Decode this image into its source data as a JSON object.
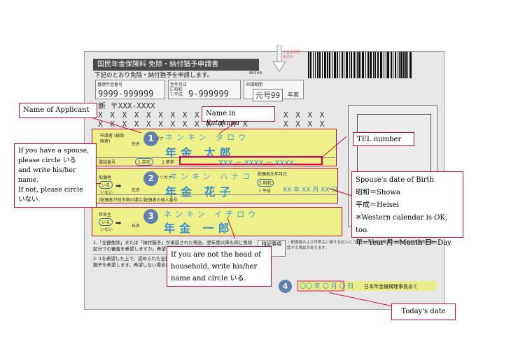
{
  "form": {
    "title": "国民年金保険料 免除・納付猶予申請書",
    "subtitle": "下記のとおり免除・納付猶予を申請します。",
    "code": "46359",
    "field_pension_number_label": "基礎年金番号",
    "field_birth_label": "生年月日",
    "field_period_label": "申請期間",
    "pension_number": "9999-999999",
    "era_options": "5.昭和 7.平成",
    "birth_value": "9-999999",
    "period_value": "元号99",
    "period_unit": "年度",
    "address_prefix": "新",
    "address_value": "〒XXX-XXXX",
    "x_row": "X X X X X X X X X X X X X",
    "x_row_right": "X X X X",
    "stamp_line1": "年金事務所",
    "stamp_line2": "受付印",
    "tel_label": "電話番号",
    "tel_option_home": "1.自宅",
    "tel_option_mobile": "2.携帯",
    "tel_value": "XXX － XXXX － XXXX",
    "applicant_label": "申請者 (被保険者)",
    "furigana_label": "フリガナ",
    "name_label": "氏名",
    "applicant_kana": "ネンキン タロウ",
    "applicant_name": "年金 太郎",
    "spouse_label": "配偶者",
    "iru": "いる",
    "inai": "いない",
    "spouse_kana": "ネンキン ハナコ",
    "spouse_name": "年金 花子",
    "spouse_birth_label": "配偶者生年月日",
    "spouse_era_showa": "5.昭和",
    "spouse_era_heisei": "7.平成",
    "spouse_birth_value": "XX 年 XX 月 XX 日",
    "spouse_separate_label": "(配偶者が別世帯の場合)配偶者の個人番号",
    "head_label": "世帯主",
    "head_kana": "ネンキン イチロウ",
    "head_name": "年金 一郎",
    "note1": "1.「全額免除」または「納付猶予」が承認された場合、翌年度以降も同じ免除区分での審査を希望しますか。希望しない場合は右の",
    "note2": "2. 1を希望した上で、認められた全額免除の審査基準に該当しない場合、納付猶予を希望します。希望しない場合は右の",
    "tokki_label": "特記事項",
    "note_right": "・配偶者および世帯主に関する記入について、日本年金機構から該当者の所得等を確認する場合があります。",
    "date_value": "〇〇 年 〇 月 〇 日",
    "addressee": "日本年金機構理事長あて",
    "number_1": "1",
    "number_2": "2",
    "number_3": "3",
    "number_4": "4"
  },
  "callouts": {
    "name_applicant": "Name of Applicant",
    "name_katakana_prefix": "Name in ",
    "name_katakana_italic": "Katakana",
    "tel": "TEL number",
    "spouse_note": [
      "If you have a spouse,",
      "please circle  いる",
      "and write his/her",
      "name.",
      "If not, please circle",
      "いない."
    ],
    "spouse_birth": [
      "Spouse's date of Birth",
      "昭和＝Showa",
      "平成＝Heisei",
      "※Western calendar is OK, too.",
      "年=Year 月=Month  日=Day"
    ],
    "head_note": [
      "If you are not the head of",
      "household, write his/her",
      "name and circle  いる."
    ],
    "today": "Today's date"
  }
}
